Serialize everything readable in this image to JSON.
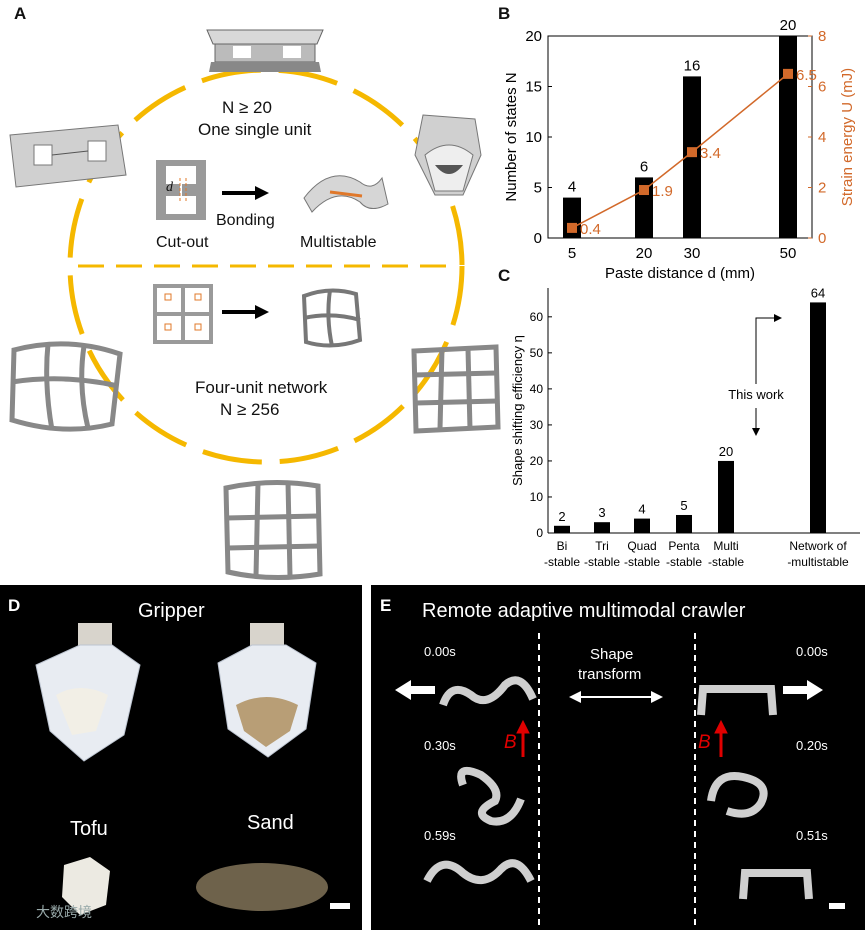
{
  "panels": {
    "a": {
      "letter": "A",
      "top_text_1": "N ≥ 20",
      "top_text_2": "One single unit",
      "d_symbol": "d",
      "cutout_label": "Cut-out",
      "bonding_label": "Bonding",
      "multistable_label": "Multistable",
      "bottom_text_1": "Four-unit network",
      "bottom_text_2": "N ≥ 256",
      "ring_color": "#f5b800"
    },
    "b": {
      "letter": "B"
    },
    "c": {
      "letter": "C"
    },
    "d": {
      "letter": "D",
      "title": "Gripper",
      "label_tofu": "Tofu",
      "label_sand": "Sand",
      "watermark": "大数跨境"
    },
    "e": {
      "letter": "E",
      "title": "Remote adaptive multimodal crawler",
      "shape_transform_1": "Shape",
      "shape_transform_2": "transform",
      "field_symbol": "B",
      "left_times": [
        "0.00s",
        "0.30s",
        "0.59s"
      ],
      "right_times": [
        "0.00s",
        "0.20s",
        "0.51s"
      ],
      "field_color": "#e00000"
    }
  },
  "chart_data": [
    {
      "type": "bar",
      "panel": "B",
      "xlabel": "Paste distance d (mm)",
      "ylabel": "Number of states N",
      "y2label": "Strain energy U (mJ)",
      "x": [
        5,
        20,
        30,
        50
      ],
      "xlim": [
        0,
        55
      ],
      "ylim": [
        0,
        20
      ],
      "y2lim": [
        0,
        8
      ],
      "yticks": [
        0,
        5,
        10,
        15,
        20
      ],
      "y2ticks": [
        0,
        2,
        4,
        6,
        8
      ],
      "series": [
        {
          "values": [
            4,
            6,
            16,
            20
          ],
          "color": "#000000",
          "labels": [
            "4",
            "6",
            "16",
            "20"
          ]
        },
        {
          "values": [
            0.4,
            1.9,
            3.4,
            6.5
          ],
          "color": "#d2692a",
          "axis": "right",
          "style": "line-square",
          "labels": [
            "0.4",
            "1.9",
            "3.4",
            "6.5"
          ]
        }
      ]
    },
    {
      "type": "bar",
      "panel": "C",
      "ylabel": "Shape shifting efficiency η",
      "categories": [
        [
          "Bi",
          "-stable"
        ],
        [
          "Tri",
          "-stable"
        ],
        [
          "Quad",
          "-stable"
        ],
        [
          "Penta",
          "-stable"
        ],
        [
          "Multi",
          "-stable"
        ],
        [
          "Network of",
          "-multistable"
        ]
      ],
      "values": [
        2,
        3,
        4,
        5,
        20,
        64
      ],
      "labels": [
        "2",
        "3",
        "4",
        "5",
        "20",
        "64"
      ],
      "ylim": [
        0,
        68
      ],
      "yticks": [
        0,
        10,
        20,
        30,
        40,
        50,
        60
      ],
      "annotation": "This work",
      "color": "#000000"
    }
  ]
}
